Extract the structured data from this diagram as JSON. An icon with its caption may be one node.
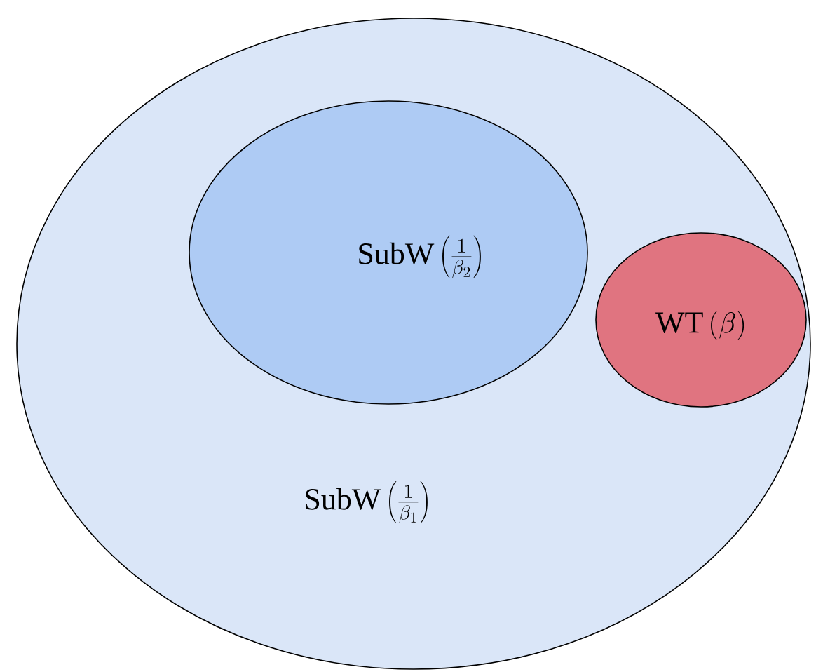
{
  "diagram": {
    "nodes": [
      {
        "text": [
          "\\mathrm{SubW}\\left(\\frac{1}{\\beta_1}\\right)"
        ]
      },
      {
        "text": [
          "\\mathrm{SubW}\\left(\\frac{1}{\\beta_2}\\right)"
        ],
        "in": 0
      },
      {
        "text": [
          "\\mathrm{WT}\\left(\\beta\\right)"
        ],
        "in": 0
      }
    ]
  }
}
